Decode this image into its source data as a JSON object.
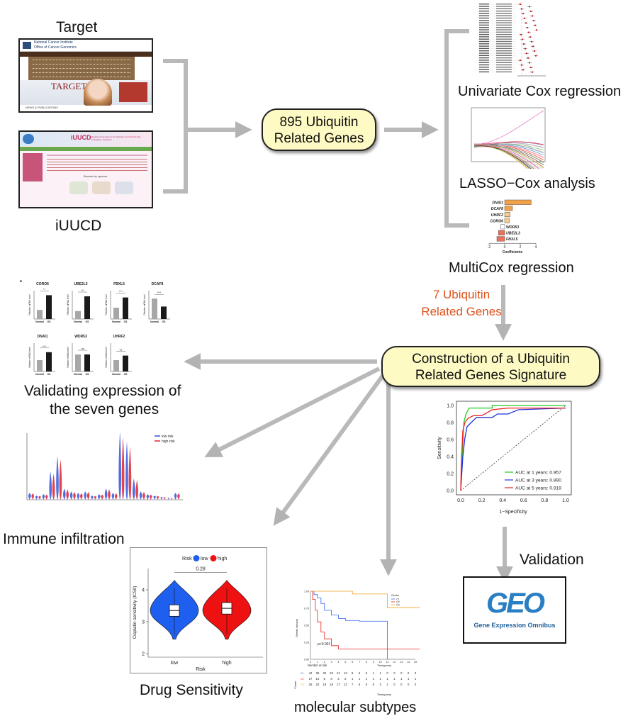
{
  "labels": {
    "target": "Target",
    "iuucd": "iUUCD",
    "genes895_line1": "895 Ubiquitin",
    "genes895_line2": "Related Genes",
    "univariate": "Univariate Cox regression",
    "lasso": "LASSO−Cox analysis",
    "multicox": "MultiCox regression",
    "genes7_line1": "7 Ubiquitin",
    "genes7_line2": "Related Genes",
    "signature_line1": "Construction of a Ubiquitin",
    "signature_line2": "Related Genes Signature",
    "validating_line1": "Validating expression of",
    "validating_line2": "the seven genes",
    "immune": "Immune infiltration",
    "drug": "Drug Sensitivity",
    "subtypes": "molecular subtypes",
    "validation": "Validation",
    "geo_logo": "GEO",
    "geo_sub": "Gene Expression Omnibus"
  },
  "target_site": {
    "header": "National Cancer Institute",
    "subheader": "Office of Cancer Genomics",
    "hero": "TARGET",
    "footer": "NEWS & PUBLICATIONS"
  },
  "iuucd_site": {
    "title": "iUUCD",
    "banner": "Integrated annotations for Ubiquitin and Ubiquitin-like Conjugation Database",
    "section": "Browse by species"
  },
  "multicox": {
    "genes": [
      "DNAI1",
      "DCAF8",
      "UHRF2",
      "CORO6",
      "WDR53",
      "UBE2L3",
      "FBXL5"
    ],
    "coefficients": [
      3.4,
      1.0,
      0.7,
      0.6,
      -0.5,
      -0.8,
      -1.0
    ],
    "xlabel": "Coefficients",
    "ticks": [
      -2,
      0,
      2,
      4
    ]
  },
  "expression": {
    "panel_letter": "a",
    "ylabel": "Relative mRNA level",
    "groups": [
      "Normal",
      "OS"
    ],
    "genes": [
      {
        "name": "CORO6",
        "normal": 0.8,
        "os": 2.1,
        "sig": "**"
      },
      {
        "name": "UBE2L3",
        "normal": 0.7,
        "os": 2.0,
        "sig": "***"
      },
      {
        "name": "FBXL5",
        "normal": 1.0,
        "os": 1.9,
        "sig": "****"
      },
      {
        "name": "DCAF8",
        "normal": 1.8,
        "os": 1.1,
        "sig": "****"
      },
      {
        "name": "DNAI1",
        "normal": 1.0,
        "os": 1.7,
        "sig": "****"
      },
      {
        "name": "WDR53",
        "normal": 1.5,
        "os": 1.5,
        "sig": "ns"
      },
      {
        "name": "UHRF2",
        "normal": 1.0,
        "os": 1.4,
        "sig": "ns"
      }
    ]
  },
  "roc": {
    "xlabel": "1−Specificity",
    "ylabel": "Sensitivity",
    "ticks": [
      "0.0",
      "0.2",
      "0.4",
      "0.6",
      "0.8",
      "1.0"
    ],
    "legend": [
      {
        "label": "AUC at 1 years: 0.957",
        "color": "#22cc22"
      },
      {
        "label": "AUC at 3 years: 0.890",
        "color": "#2233dd"
      },
      {
        "label": "AUC at 5 years: 0.919",
        "color": "#ee2222"
      }
    ]
  },
  "immune": {
    "legend": [
      {
        "label": "low risk",
        "color": "#3355dd"
      },
      {
        "label": "high risk",
        "color": "#dd2233"
      }
    ]
  },
  "drug": {
    "legend_title": "Risk",
    "groups": [
      {
        "label": "low",
        "color": "#1f5ff0"
      },
      {
        "label": "high",
        "color": "#ee1111"
      }
    ],
    "ylabel": "Cisplatin sensitivity (IC50)",
    "xlabel": "Risk",
    "pvalue": "0.28",
    "yticks": [
      "2",
      "3",
      "4"
    ]
  },
  "km": {
    "legend_title": "Cluster",
    "clusters": [
      {
        "label": "C1",
        "color": "#3366ee"
      },
      {
        "label": "C2",
        "color": "#ee2222"
      },
      {
        "label": "C3",
        "color": "#f0a020"
      }
    ],
    "ylabel": "Overall survival",
    "xlabel": "Time(years)",
    "pvalue": "p<0.001",
    "risk_title": "Number at risk",
    "risk_ylabel": "Cluster",
    "risk_rows": [
      "42 39 30 23 21 13 9 6 5 1 1 0 0 0 0 0",
      "17 14 5 3 3 2 1 1 1 1 1 1 1 1 1 1",
      "25 24 19 18 17 12 7 6 5 5 3 1 0 0 0 0"
    ]
  }
}
